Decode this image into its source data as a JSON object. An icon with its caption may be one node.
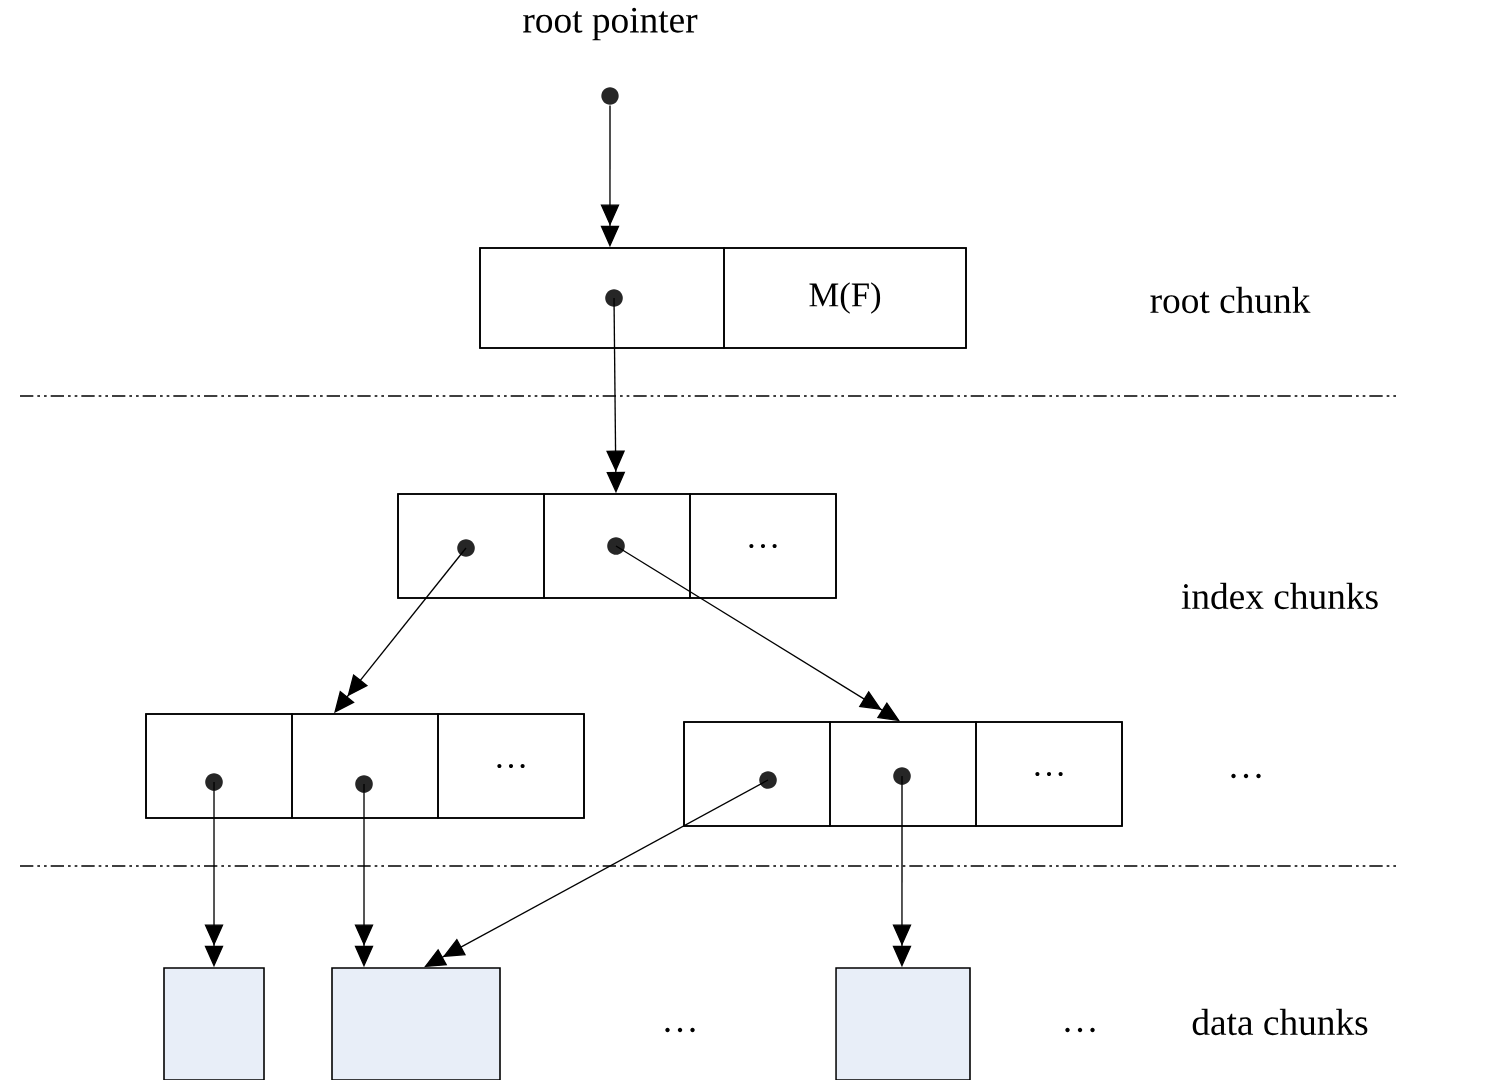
{
  "diagram": {
    "nodes": [
      {
        "text": [],
        "shape": "circle",
        "beside": [
          "root pointer"
        ]
      },
      {
        "text": [],
        "shape": "box"
      },
      {
        "text": [],
        "shape": "box",
        "in": 1
      },
      {
        "text": [
          "M(F)"
        ],
        "in": 1
      },
      {
        "text": [],
        "shape": "box"
      },
      {
        "text": [],
        "shape": "box",
        "in": 4
      },
      {
        "text": [],
        "shape": "box",
        "in": 4
      },
      {
        "text": [
          "…"
        ],
        "in": 4
      },
      {
        "text": [],
        "shape": "box"
      },
      {
        "text": [],
        "shape": "box",
        "in": 8
      },
      {
        "text": [],
        "shape": "box",
        "in": 8
      },
      {
        "text": [
          "…"
        ],
        "in": 8
      },
      {
        "text": [],
        "shape": "box"
      },
      {
        "text": [],
        "shape": "box",
        "in": 12
      },
      {
        "text": [],
        "shape": "box",
        "in": 12
      },
      {
        "text": [
          "…"
        ],
        "in": 12
      },
      {
        "text": [],
        "shape": "box"
      },
      {
        "text": [],
        "shape": "box"
      },
      {
        "text": [],
        "shape": "box"
      }
    ],
    "edges": [
      {
        "from": 0,
        "to": 1,
        "arrow": "to"
      },
      {
        "from": 2,
        "to": 4,
        "arrow": "to"
      },
      {
        "from": 5,
        "to": 8,
        "arrow": "to"
      },
      {
        "from": 6,
        "to": 12,
        "arrow": "to"
      },
      {
        "from": 9,
        "to": 16,
        "arrow": "to"
      },
      {
        "from": 10,
        "to": 17,
        "arrow": "to"
      },
      {
        "from": 13,
        "to": 17,
        "arrow": "to"
      },
      {
        "from": 14,
        "to": 18,
        "arrow": "to"
      }
    ],
    "labels": [
      "root chunk",
      "index chunks",
      "…",
      "data chunks",
      "…",
      "…"
    ]
  }
}
